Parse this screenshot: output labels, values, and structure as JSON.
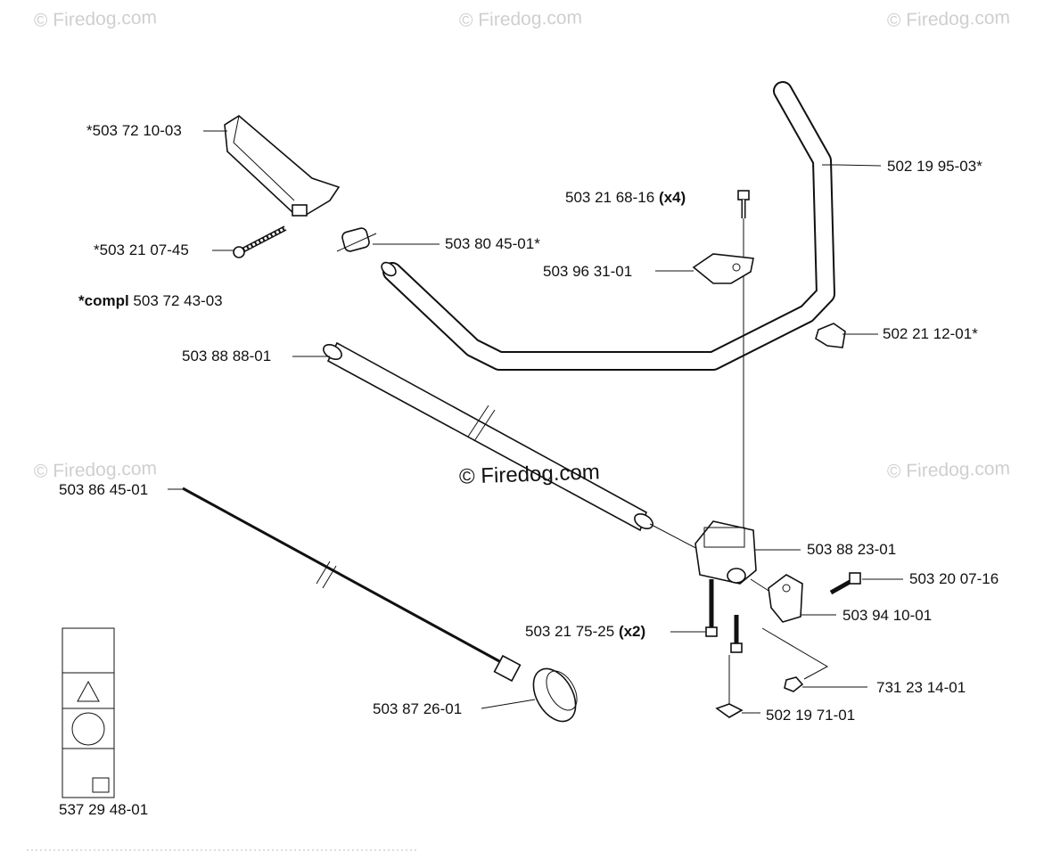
{
  "watermarks": [
    "© Firedog.com",
    "© Firedog.com",
    "© Firedog.com",
    "© Firedog.com",
    "© Firedog.com"
  ],
  "center_watermark": "© Firedog.com",
  "compl_label": {
    "bold": "*compl",
    "number": "503 72 43-03"
  },
  "parts": [
    {
      "number": "*503 72 10-03",
      "qty": ""
    },
    {
      "number": "*503 21 07-45",
      "qty": ""
    },
    {
      "number": "503 80 45-01*",
      "qty": ""
    },
    {
      "number": "503 21 68-16",
      "qty": "(x4)"
    },
    {
      "number": "503 96 31-01",
      "qty": ""
    },
    {
      "number": "502 19 95-03*",
      "qty": ""
    },
    {
      "number": "502 21 12-01*",
      "qty": ""
    },
    {
      "number": "503 88 88-01",
      "qty": ""
    },
    {
      "number": "503 86 45-01",
      "qty": ""
    },
    {
      "number": "503 88 23-01",
      "qty": ""
    },
    {
      "number": "503 20 07-16",
      "qty": ""
    },
    {
      "number": "503 94 10-01",
      "qty": ""
    },
    {
      "number": "503 21 75-25",
      "qty": "(x2)"
    },
    {
      "number": "731 23 14-01",
      "qty": ""
    },
    {
      "number": "502 19 71-01",
      "qty": ""
    },
    {
      "number": "503 87 26-01",
      "qty": ""
    }
  ],
  "decal_sheet": {
    "number": "537 29 48-01"
  }
}
